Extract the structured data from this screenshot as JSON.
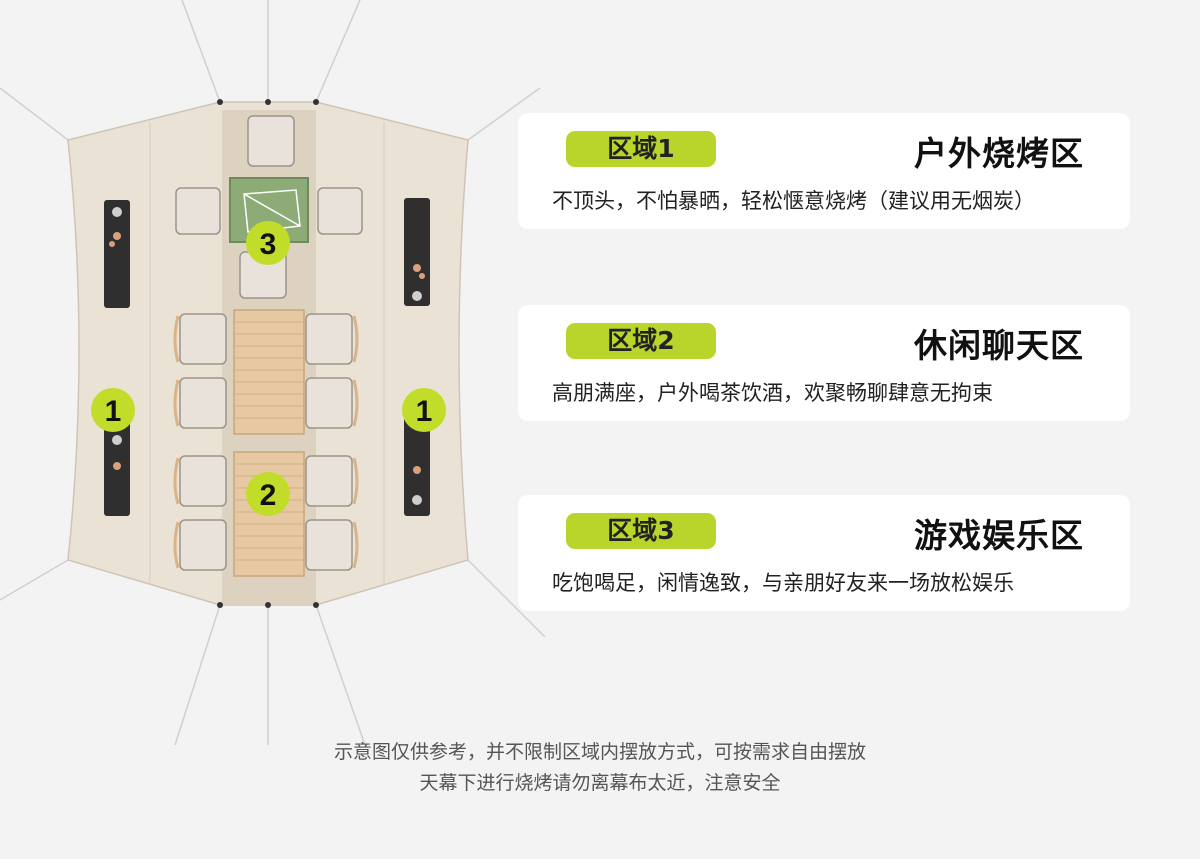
{
  "zones": [
    {
      "tag": "区域1",
      "title": "户外烧烤区",
      "desc": "不顶头，不怕暴晒，轻松惬意烧烤（建议用无烟炭）"
    },
    {
      "tag": "区域2",
      "title": "休闲聊天区",
      "desc": "高朋满座，户外喝茶饮酒，欢聚畅聊肆意无拘束"
    },
    {
      "tag": "区域3",
      "title": "游戏娱乐区",
      "desc": "吃饱喝足，闲情逸致，与亲朋好友来一场放松娱乐"
    }
  ],
  "markers": {
    "one": "1",
    "two": "2",
    "three": "3"
  },
  "notes": {
    "line1": "示意图仅供参考，并不限制区域内摆放方式，可按需求自由摆放",
    "line2": "天幕下进行烧烤请勿离幕布太近，注意安全"
  },
  "colors": {
    "accent": "#b9d42a",
    "tent": "#ebe2d6",
    "wood": "#e6c9a3",
    "mat": "#8cab76"
  }
}
